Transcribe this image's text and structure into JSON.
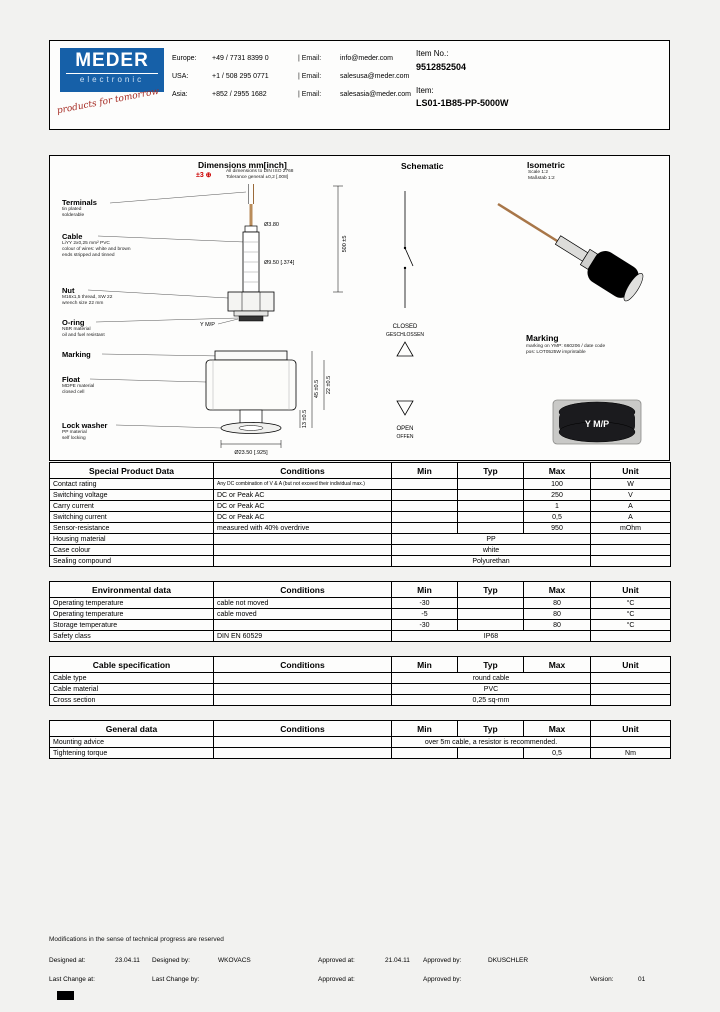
{
  "header": {
    "logo": {
      "name": "MEDER",
      "sub": "electronic",
      "tagline": "products for tomorrow"
    },
    "contacts": [
      {
        "region": "Europe:",
        "phone": "+49 / 7731 8399 0",
        "email_label": "| Email:",
        "email": "info@meder.com"
      },
      {
        "region": "USA:",
        "phone": "+1 / 508 295 0771",
        "email_label": "| Email:",
        "email": "salesusa@meder.com"
      },
      {
        "region": "Asia:",
        "phone": "+852 / 2955 1682",
        "email_label": "| Email:",
        "email": "salesasia@meder.com"
      }
    ],
    "item_no_label": "Item No.:",
    "item_no": "9512852504",
    "item_label": "Item:",
    "item": "LS01-1B85-PP-5000W"
  },
  "drawing": {
    "dims_title": "Dimensions mm[inch]",
    "tol_red": "±3 ⊕",
    "tol_line1": "All dimensions to DIN ISO 2768",
    "tol_line2": "Tolerance general ±0,2 [.008]",
    "schematic_title": "Schematic",
    "isometric_title": "Isometric",
    "iso_scale1": "Scale 1:2",
    "iso_scale2": "Maßstab 1:2",
    "labels": [
      {
        "title": "Terminals",
        "sub": [
          "tin plated",
          "solderable"
        ]
      },
      {
        "title": "Cable",
        "sub": [
          "LiYY 2x0,25 mm² PVC",
          "colour of wires: white and brown",
          "ends stripped and tinned"
        ]
      },
      {
        "title": "Nut",
        "sub": [
          "M16x1,5 thread, SW 22",
          "wrench size 22 mm"
        ]
      },
      {
        "title": "O-ring",
        "sub": [
          "NBR material",
          "oil and fuel resistant"
        ]
      },
      {
        "title": "Marking",
        "sub": []
      },
      {
        "title": "Float",
        "sub": [
          "MDPE material",
          "closed cell"
        ]
      },
      {
        "title": "Lock washer",
        "sub": [
          "PP material",
          "self locking"
        ]
      }
    ],
    "dims": {
      "dia_cable": "Ø3.80",
      "dia_tube": "Ø9.50 [.374]",
      "dia_washer": "Ø23.50 [.925]",
      "len_cable": "500 ±5",
      "h_float": "45 ±0.5",
      "h_body": "22 ±0.5",
      "h_lower": "13 ±0.5",
      "ymp": "Y M/P"
    },
    "schematic": {
      "closed1": "CLOSED",
      "closed2": "GESCHLOSSEN",
      "open1": "OPEN",
      "open2": "OFFEN"
    },
    "marking": {
      "title": "Marking",
      "line1": "marking on YMP: 660206 / date code",
      "line2": "pos: LOT0525W imprintable",
      "float_text": "Y M/P"
    }
  },
  "tables": [
    {
      "title": "Special Product Data",
      "columns": [
        "Conditions",
        "Min",
        "Typ",
        "Max",
        "Unit"
      ],
      "rows": [
        {
          "label": "Contact rating",
          "conditions": "Any DC combination of V & A (but not exceed their individual max.)",
          "cond_small": true,
          "min": "",
          "typ": "",
          "max": "100",
          "unit": "W"
        },
        {
          "label": "Switching voltage",
          "conditions": "DC or Peak AC",
          "min": "",
          "typ": "",
          "max": "250",
          "unit": "V"
        },
        {
          "label": "Carry current",
          "conditions": "DC or Peak AC",
          "min": "",
          "typ": "",
          "max": "1",
          "unit": "A"
        },
        {
          "label": "Switching current",
          "conditions": "DC or Peak AC",
          "min": "",
          "typ": "",
          "max": "0,5",
          "unit": "A"
        },
        {
          "label": "Sensor-resistance",
          "conditions": "measured with 40% overdrive",
          "min": "",
          "typ": "",
          "max": "950",
          "unit": "mOhm"
        },
        {
          "label": "Housing material",
          "conditions": "",
          "span": "PP",
          "unit": ""
        },
        {
          "label": "Case colour",
          "conditions": "",
          "span": "white",
          "unit": ""
        },
        {
          "label": "Sealing compound",
          "conditions": "",
          "span": "Polyurethan",
          "unit": ""
        }
      ]
    },
    {
      "title": "Environmental data",
      "columns": [
        "Conditions",
        "Min",
        "Typ",
        "Max",
        "Unit"
      ],
      "rows": [
        {
          "label": "Operating temperature",
          "conditions": "cable not moved",
          "min": "-30",
          "typ": "",
          "max": "80",
          "unit": "°C"
        },
        {
          "label": "Operating temperature",
          "conditions": "cable moved",
          "min": "-5",
          "typ": "",
          "max": "80",
          "unit": "°C"
        },
        {
          "label": "Storage temperature",
          "conditions": "",
          "min": "-30",
          "typ": "",
          "max": "80",
          "unit": "°C"
        },
        {
          "label": "Safety class",
          "conditions": "DIN EN 60529",
          "span": "IP68",
          "unit": ""
        }
      ]
    },
    {
      "title": "Cable specification",
      "columns": [
        "Conditions",
        "Min",
        "Typ",
        "Max",
        "Unit"
      ],
      "rows": [
        {
          "label": "Cable type",
          "conditions": "",
          "span": "round cable",
          "unit": ""
        },
        {
          "label": "Cable material",
          "conditions": "",
          "span": "PVC",
          "unit": ""
        },
        {
          "label": "Cross section",
          "conditions": "",
          "span": "0,25 sq-mm",
          "unit": ""
        }
      ]
    },
    {
      "title": "General data",
      "columns": [
        "Conditions",
        "Min",
        "Typ",
        "Max",
        "Unit"
      ],
      "rows": [
        {
          "label": "Mounting advice",
          "conditions": "",
          "span": "over 5m cable, a resistor is recommended.",
          "unit": ""
        },
        {
          "label": "Tightening torque",
          "conditions": "",
          "min": "",
          "typ": "",
          "max": "0,5",
          "unit": "Nm"
        }
      ]
    }
  ],
  "footer": {
    "note": "Modifications in the sense of technical progress are reserved",
    "designed_at_label": "Designed at:",
    "designed_at": "23.04.11",
    "designed_by_label": "Designed by:",
    "designed_by": "WKOVACS",
    "approved_at_label": "Approved at:",
    "approved_at": "21.04.11",
    "approved_by_label": "Approved by:",
    "approved_by": "DKUSCHLER",
    "last_change_at_label": "Last Change at:",
    "last_change_by_label": "Last Change by:",
    "approved_at2_label": "Approved at:",
    "approved_by2_label": "Approved by:",
    "version_label": "Version:",
    "version": "01"
  }
}
